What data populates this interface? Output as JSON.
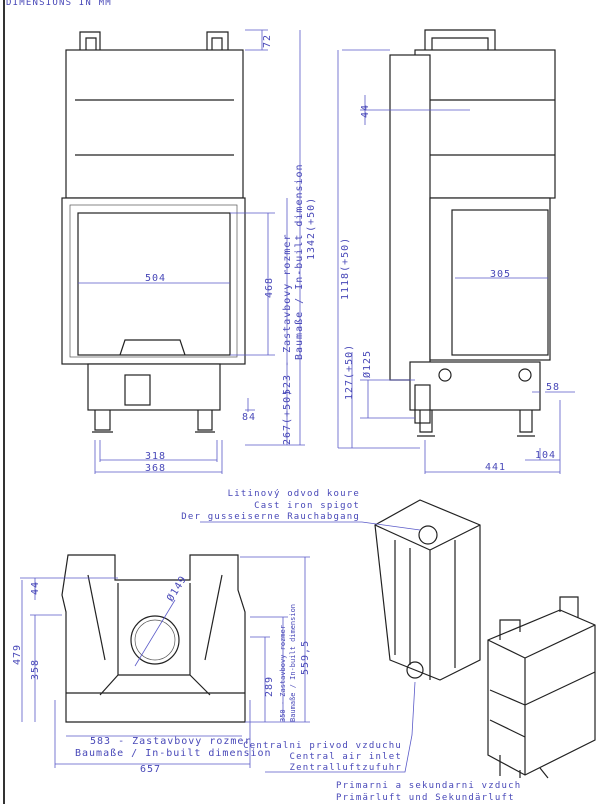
{
  "title": "DIMENSIONS IN MM",
  "front_view": {
    "d72": "72",
    "d504": "504",
    "d468": "468",
    "d523": "523 - Zastavbovy rozmer",
    "d_inbuilt": "Baumaße / In-built dimension",
    "d1342": "1342(+50)",
    "d267": "267(+50)",
    "d84": "84",
    "d318": "318",
    "d368": "368"
  },
  "side_view": {
    "d44": "44",
    "d1118": "1118(+50)",
    "d305": "305",
    "d127": "127(+50)",
    "d125": "Ø125",
    "d58": "58",
    "d104": "104",
    "d441": "441"
  },
  "top_view": {
    "d44": "44",
    "d479": "479",
    "d358": "358",
    "d149": "Ø149",
    "d289": "289",
    "d350": "350 - Zastavbovy rozmer",
    "d350b": "Baumaße / In-built dimension",
    "d559": "559,5",
    "d583": "583 - Zastavbovy rozmer",
    "d583b": "Baumaße / In-built dimension",
    "d657": "657"
  },
  "callouts": {
    "spigot": [
      "Litinový odvod koure",
      "Cast iron spigot",
      "Der gusseiserne Rauchabgang"
    ],
    "air_inlet": [
      "Centralni privod vzduchu",
      "Central air inlet",
      "Zentralluftzufuhr"
    ],
    "primary": [
      "Primarni a sekundarni vzduch",
      "Primärluft und Sekundärluft"
    ]
  }
}
